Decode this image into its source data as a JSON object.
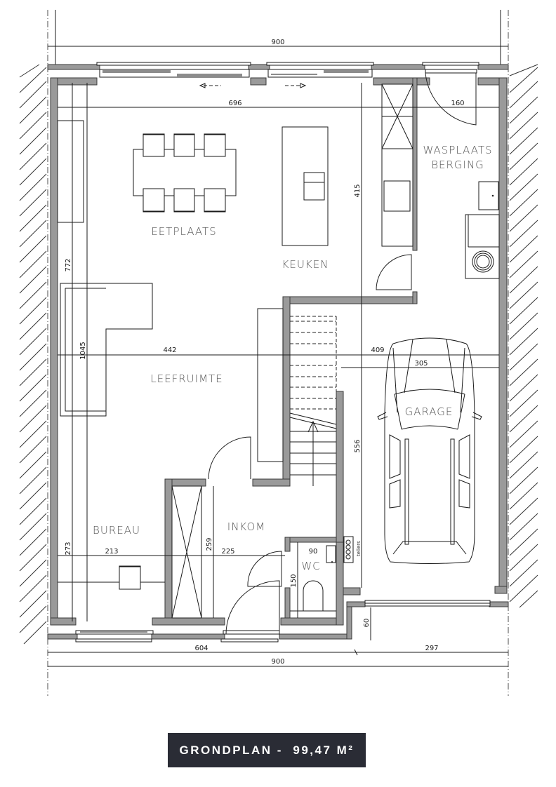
{
  "plan": {
    "title": "GRONDPLAN -  99,47 M²",
    "title_bg_color": "#2a2c35",
    "wall_color": "#9a9a9a",
    "rooms": {
      "eetplaats": "EETPLAATS",
      "keuken": "KEUKEN",
      "wasplaats": "WASPLAATS",
      "berging": "BERGING",
      "leefruimte": "LEEFRUIMTE",
      "garage": "GARAGE",
      "bureau": "BUREAU",
      "inkom": "INKOM",
      "wc": "WC"
    },
    "labels": {
      "tellers": "tellers"
    },
    "dimensions": {
      "top_total": "900",
      "dining_width": "696",
      "wasplaats_width": "160",
      "kitchen_depth": "415",
      "left_depth_upper": "772",
      "left_depth_total": "1045",
      "living_width": "442",
      "garage_width_outer": "409",
      "garage_width_inner": "305",
      "garage_depth": "556",
      "bureau_depth": "273",
      "bureau_width": "213",
      "inkom_depth": "259",
      "inkom_width": "225",
      "wc_width": "90",
      "wc_depth": "150",
      "garage_setback": "60",
      "bottom_left": "604",
      "bottom_right": "297",
      "bottom_total": "900"
    }
  }
}
